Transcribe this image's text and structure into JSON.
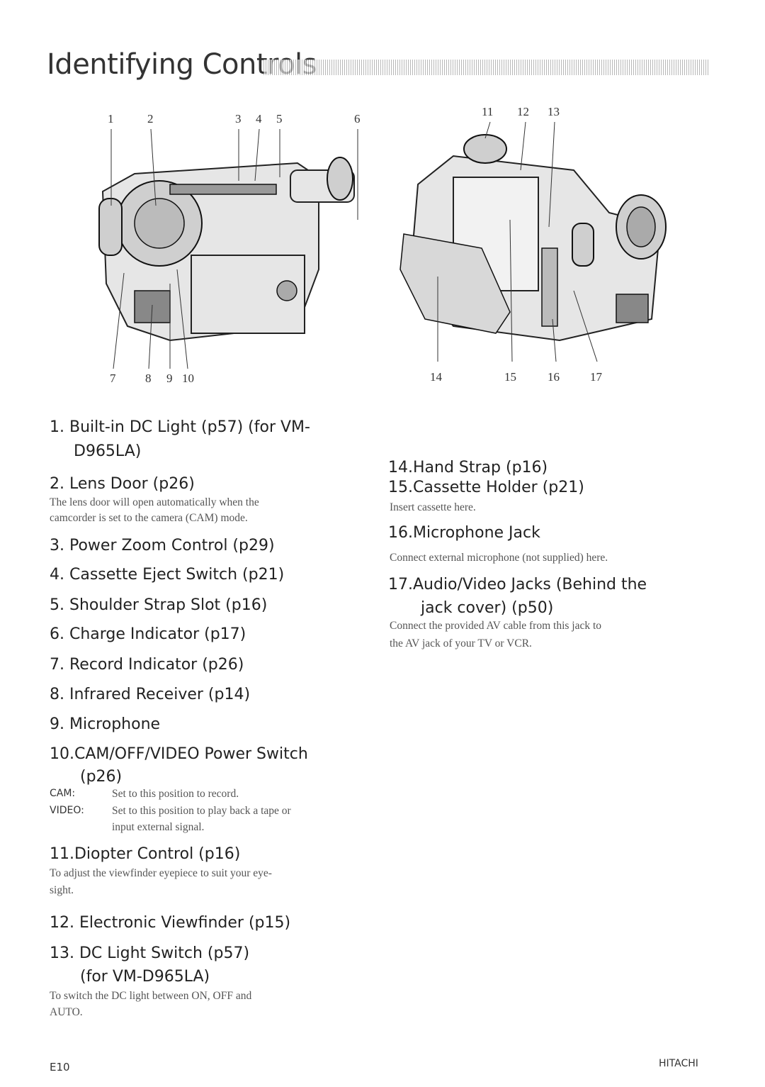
{
  "page_title": "Identifying Controls",
  "figure_left": {
    "callouts_top": [
      "1",
      "2",
      "3",
      "4",
      "5",
      "6"
    ],
    "callouts_bottom": [
      "7",
      "8",
      "9",
      "10"
    ]
  },
  "figure_right": {
    "callouts_top": [
      "11",
      "12",
      "13"
    ],
    "callouts_bottom": [
      "14",
      "15",
      "16",
      "17"
    ]
  },
  "left_items": [
    {
      "heading": "1.  Built-in DC Light (p57) (for VM-",
      "heading2": "D965LA)"
    },
    {
      "heading": "2.  Lens Door (p26)",
      "desc1": "The lens door will open automatically when the",
      "desc2": "camcorder is set to the camera (CAM) mode."
    },
    {
      "heading": "3.  Power Zoom Control (p29)"
    },
    {
      "heading": "4.  Cassette Eject Switch (p21)"
    },
    {
      "heading": "5.  Shoulder Strap Slot (p16)"
    },
    {
      "heading": "6.  Charge Indicator (p17)"
    },
    {
      "heading": "7.  Record Indicator (p26)"
    },
    {
      "heading": "8.  Infrared Receiver (p14)"
    },
    {
      "heading": "9.  Microphone"
    },
    {
      "heading": "10.CAM/OFF/VIDEO Power Switch",
      "heading2": "(p26)",
      "cam_label": "CAM:",
      "cam_desc": "Set to this position to record.",
      "video_label": "VIDEO:",
      "video_desc1": "Set to this position to play back a tape or",
      "video_desc2": "input external signal."
    },
    {
      "heading": "11.Diopter Control (p16)",
      "desc1": "To adjust the viewfinder eyepiece to suit your eye-",
      "desc2": "sight."
    },
    {
      "heading": "12. Electronic Viewfinder (p15)"
    },
    {
      "heading": "13. DC Light Switch (p57)",
      "heading2": "(for VM-D965LA)",
      "desc1": "To switch the DC light between ON, OFF and",
      "desc2": "AUTO."
    }
  ],
  "right_items": [
    {
      "heading": "14.Hand Strap (p16)"
    },
    {
      "heading": "15.Cassette Holder (p21)",
      "desc1": "Insert cassette here."
    },
    {
      "heading": "16.Microphone Jack",
      "desc1": "Connect external microphone (not supplied) here."
    },
    {
      "heading": "17.Audio/Video Jacks (Behind the",
      "heading2": "jack cover) (p50)",
      "desc1": "Connect the provided AV cable from this jack to",
      "desc2": "the AV jack of your TV or VCR."
    }
  ],
  "footer": {
    "page_number": "E10",
    "brand": "HITACHI"
  }
}
